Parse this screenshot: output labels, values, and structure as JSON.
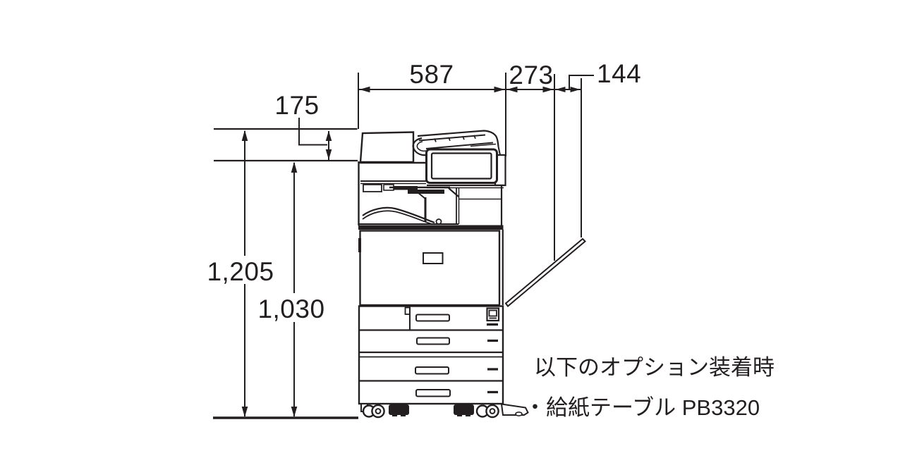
{
  "dims": {
    "main_width": "587",
    "bypass_width": "273",
    "bypass_ext_width": "144",
    "adf_height_diff": "175",
    "total_height": "1,205",
    "body_height": "1,030"
  },
  "note": {
    "line1": "以下のオプション装着時",
    "line2": "・給紙テーブル PB3320"
  },
  "colors": {
    "line": "#231f20",
    "background": "#ffffff"
  }
}
